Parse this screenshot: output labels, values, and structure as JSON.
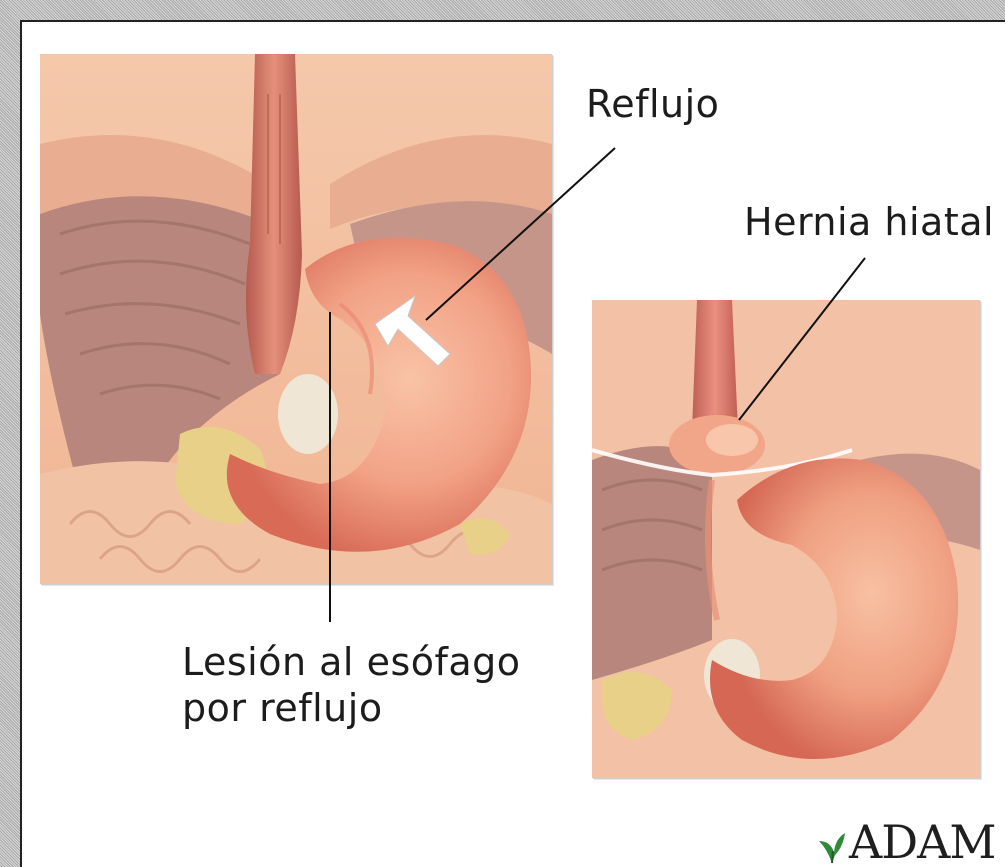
{
  "labels": {
    "reflujo": "Reflujo",
    "hernia_hiatal": "Hernia hiatal",
    "lesion_line1": "Lesión al esófago",
    "lesion_line2": "por reflujo"
  },
  "logo": {
    "text": "ADAM"
  },
  "colors": {
    "tissue": "#f2b592",
    "tissue_light": "#fbe6d6",
    "stomach": "#f2a286",
    "stomach_dark": "#d86a56",
    "esophagus": "#d9705f",
    "muscle": "#b8867c",
    "bone": "#efe6d6",
    "fat": "#e8d089",
    "leader": "#111111"
  }
}
